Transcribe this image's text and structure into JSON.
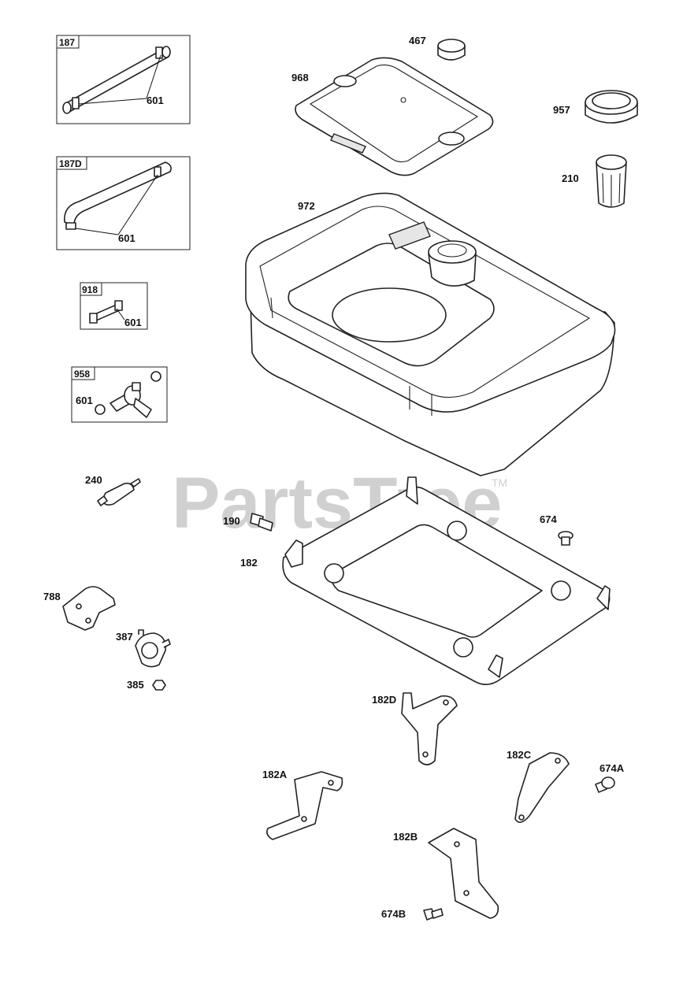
{
  "watermark": {
    "text": "PartsTree",
    "trademark": "TM"
  },
  "kits": [
    {
      "label": "187",
      "parts": [
        "601"
      ]
    },
    {
      "label": "187D",
      "parts": [
        "601"
      ]
    },
    {
      "label": "918",
      "parts": [
        "601"
      ]
    },
    {
      "label": "958",
      "parts": [
        "601"
      ]
    }
  ],
  "part_labels": [
    "467",
    "968",
    "957",
    "210",
    "972",
    "240",
    "190",
    "674",
    "182",
    "788",
    "387",
    "385",
    "182D",
    "182C",
    "674A",
    "182A",
    "182B",
    "674B"
  ]
}
